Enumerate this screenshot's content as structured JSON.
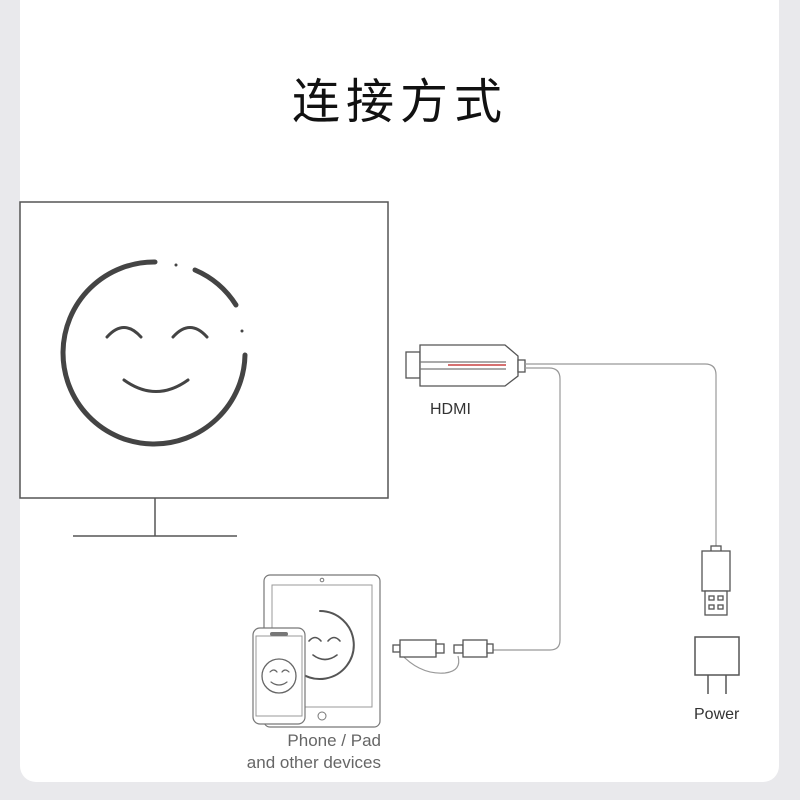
{
  "title": "连接方式",
  "labels": {
    "hdmi": "HDMI",
    "power": "Power",
    "devices_line1": "Phone / Pad",
    "devices_line2": "and other devices"
  },
  "icons": [
    "tv-monitor-icon",
    "smiley-face-icon",
    "hdmi-dongle-icon",
    "usb-plug-icon",
    "power-adapter-icon",
    "tablet-icon",
    "phone-icon",
    "lightning-connector-icon",
    "micro-usb-connector-icon"
  ],
  "colors": {
    "line": "#555555",
    "cable": "#999999",
    "title": "#111111",
    "background": "#e9e9ec",
    "card": "#ffffff"
  }
}
